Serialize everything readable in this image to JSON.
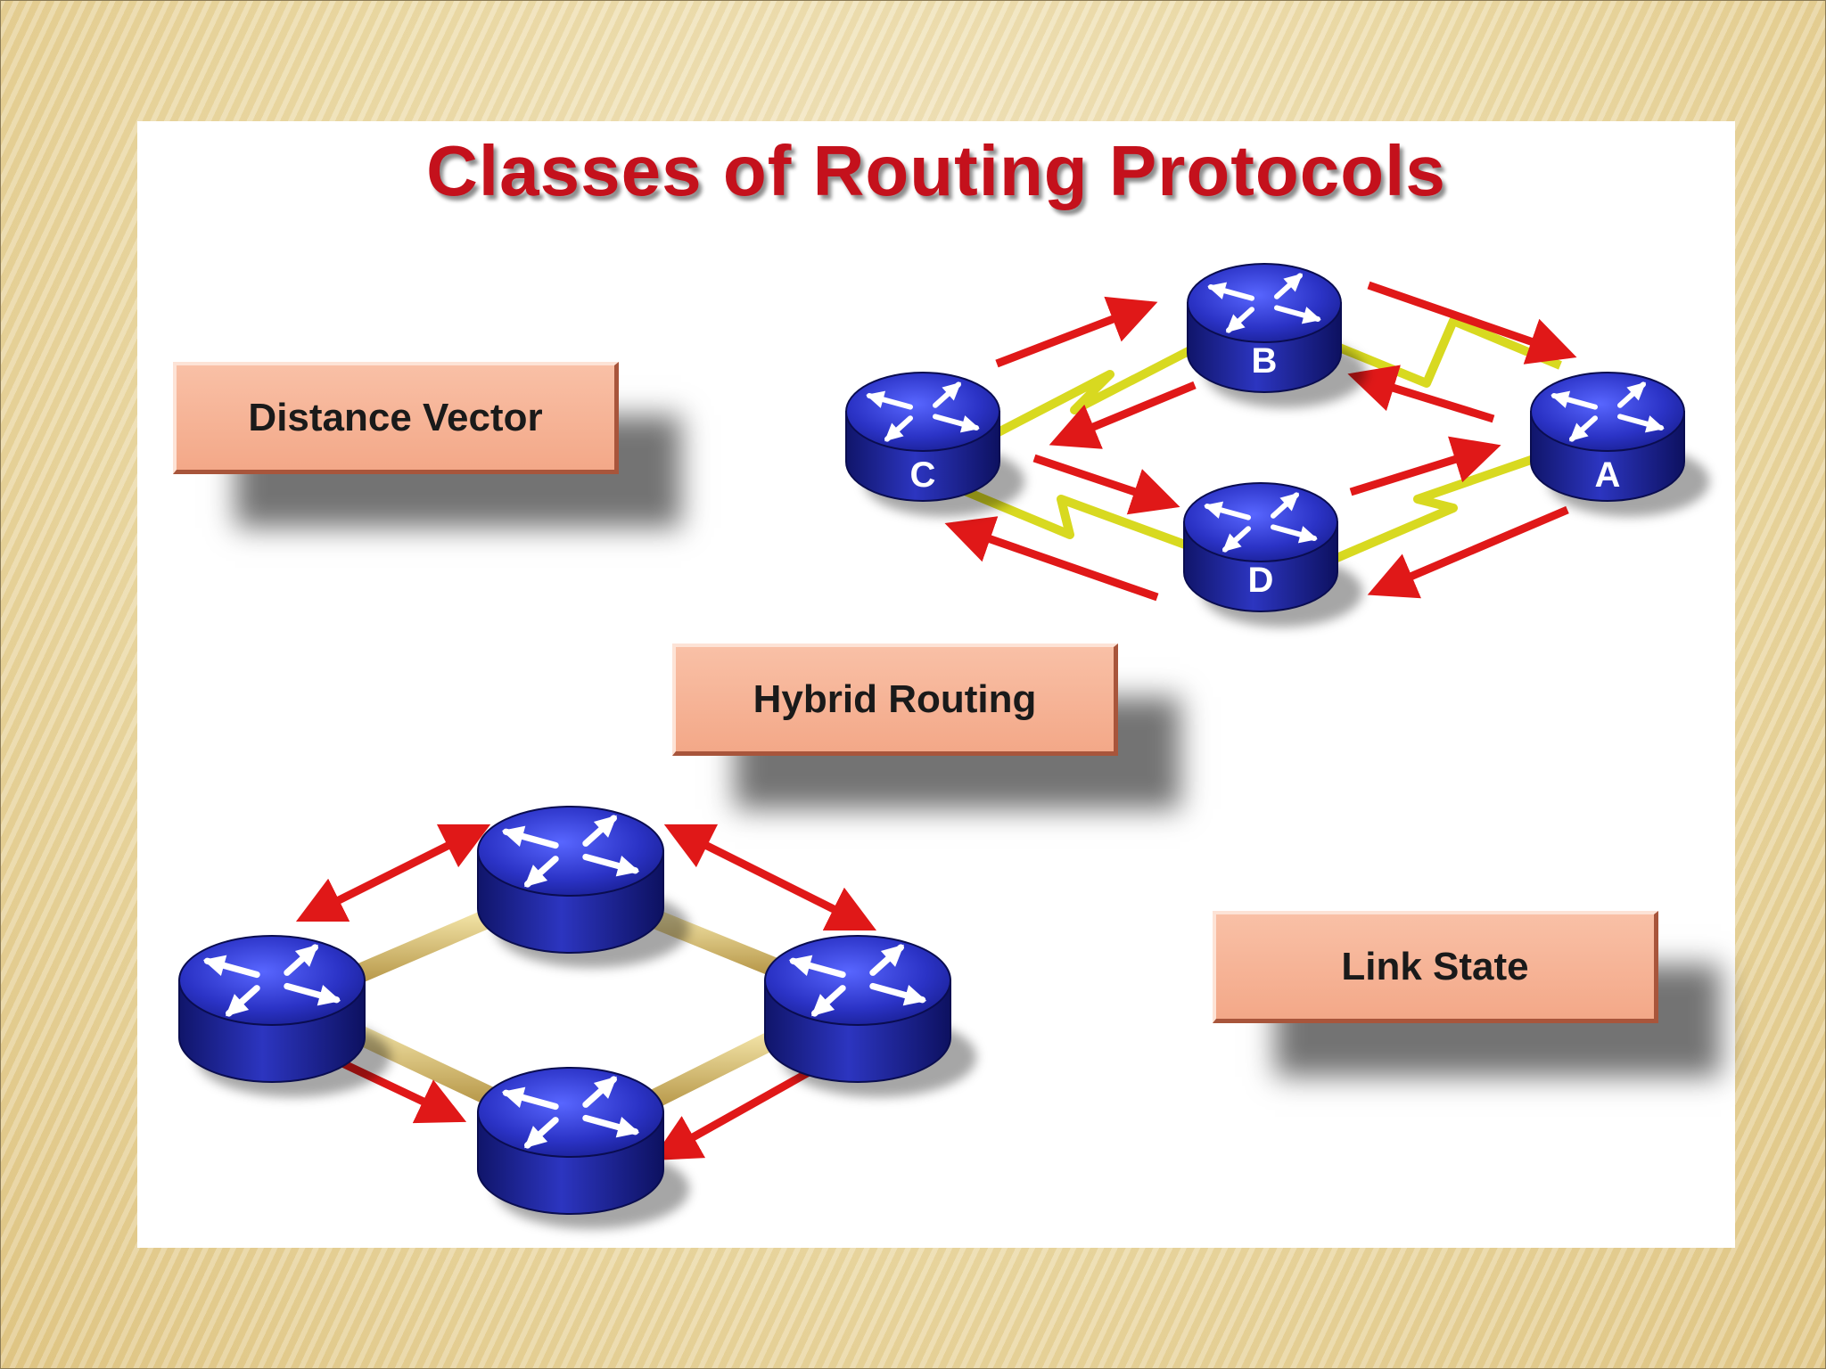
{
  "slide": {
    "title": "Classes of Routing Protocols"
  },
  "labels": {
    "distance_vector": "Distance Vector",
    "hybrid_routing": "Hybrid Routing",
    "link_state": "Link State"
  },
  "distance_vector_network": {
    "routers": [
      "A",
      "B",
      "C",
      "D"
    ]
  },
  "colors": {
    "title": "#c4111c",
    "router": "#2b33c6",
    "arrow": "#e01818",
    "serial_link": "#e8ea3a",
    "lan_link": "#d8c070",
    "label_box": "#f5b092"
  }
}
